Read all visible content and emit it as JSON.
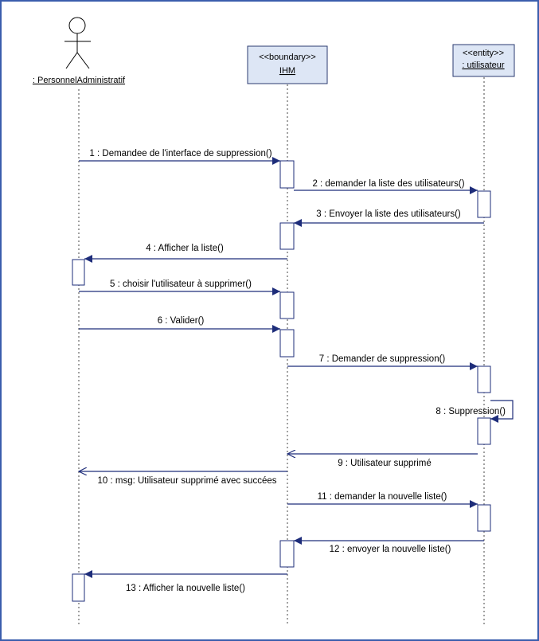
{
  "participants": [
    {
      "id": "admin",
      "kind": "actor",
      "name": ": PersonnelAdministratif"
    },
    {
      "id": "ihm",
      "kind": "object",
      "stereotype": "<<boundary>>",
      "name": "IHM"
    },
    {
      "id": "util",
      "kind": "object",
      "stereotype": "<<entity>>",
      "name": ": utilisateur"
    }
  ],
  "messages": [
    {
      "label": "1 : Demandee de l'interface de suppression()",
      "from": "admin",
      "to": "ihm",
      "style": "call"
    },
    {
      "label": "2 : demander la liste des utilisateurs()",
      "from": "ihm",
      "to": "util",
      "style": "call"
    },
    {
      "label": "3 : Envoyer la liste des utilisateurs()",
      "from": "util",
      "to": "ihm",
      "style": "call"
    },
    {
      "label": "4 : Afficher la liste()",
      "from": "ihm",
      "to": "admin",
      "style": "call"
    },
    {
      "label": "5 : choisir l'utilisateur à supprimer()",
      "from": "admin",
      "to": "ihm",
      "style": "call"
    },
    {
      "label": "6 : Valider()",
      "from": "admin",
      "to": "ihm",
      "style": "call"
    },
    {
      "label": "7 : Demander de suppression()",
      "from": "ihm",
      "to": "util",
      "style": "call"
    },
    {
      "label": "8 : Suppression()",
      "from": "util",
      "to": "util",
      "style": "self"
    },
    {
      "label": "9 : Utilisateur supprimé",
      "from": "util",
      "to": "ihm",
      "style": "return"
    },
    {
      "label": "10 : msg: Utilisateur supprimé avec succées",
      "from": "ihm",
      "to": "admin",
      "style": "return"
    },
    {
      "label": "11 : demander la nouvelle liste()",
      "from": "ihm",
      "to": "util",
      "style": "call"
    },
    {
      "label": "12 : envoyer la nouvelle liste()",
      "from": "util",
      "to": "ihm",
      "style": "call"
    },
    {
      "label": "13 : Afficher la nouvelle liste()",
      "from": "ihm",
      "to": "admin",
      "style": "call"
    }
  ],
  "colors": {
    "frame": "#3a5dad",
    "box_fill": "#dde6f5",
    "arrow": "#1e2d7a"
  }
}
